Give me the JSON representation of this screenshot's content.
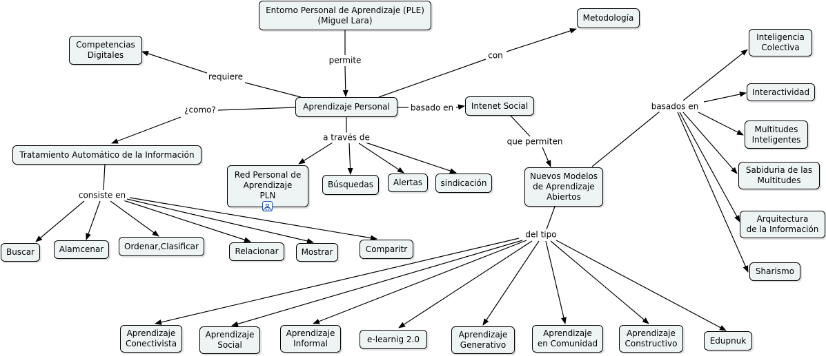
{
  "colors": {
    "node_fill": "#eef3f4",
    "node_border": "#000000",
    "line": "#000000",
    "icon_blue": "#2456b8"
  },
  "icons": {
    "pln_resource": "concept-map-resource-icon"
  },
  "nodes": {
    "ple": "Entorno Personal de Aprendizaje (PLE)\n(Miguel Lara)",
    "metodologia": "Metodología",
    "competencias": "Competencias\nDigitales",
    "aprendizaje_personal": "Aprendizaje Personal",
    "intenet_social": "Intenet Social",
    "tratamiento": "Tratamiento Automático de la Información",
    "red_personal": "Red Personal de\nAprendizaje\nPLN",
    "busquedas": "Búsquedas",
    "alertas": "Alertas",
    "sindicacion": "sindicación",
    "nuevos_modelos": "Nuevos Modelos\nde Aprendizaje\nAbiertos",
    "inteligencia": "Inteligencia\nColectiva",
    "interactividad": "Interactividad",
    "multitudes": "Multitudes\nInteligentes",
    "sabiduria": "Sabiduria de las\nMultitudes",
    "arquitectura": "Arquitectura\nde la Información",
    "sharismo": "Sharismo",
    "buscar": "Buscar",
    "alamcenar": "Alamcenar",
    "ordenar": "Ordenar,Clasificar",
    "relacionar": "Relacionar",
    "mostrar": "Mostrar",
    "compartir": "Comparitr",
    "conectivista": "Aprendizaje\nConectivista",
    "social": "Aprendizaje\nSocial",
    "informal": "Aprendizaje\nInformal",
    "elearning": "e-learnig 2.0",
    "generativo": "Aprendizaje\nGenerativo",
    "comunidad": "Aprendizaje\nen Comunidad",
    "constructivo": "Aprendizaje\nConstructivo",
    "edupnuk": "Edupnuk"
  },
  "phrases": {
    "permite": "permite",
    "con": "con",
    "requiere": "requiere",
    "como": "¿como?",
    "basado_en": "basado en",
    "a_traves_de": "a través de",
    "que_permiten": "que permiten",
    "basados_en": "basados en",
    "consiste_en": "consiste en",
    "del_tipo": "del tipo"
  }
}
